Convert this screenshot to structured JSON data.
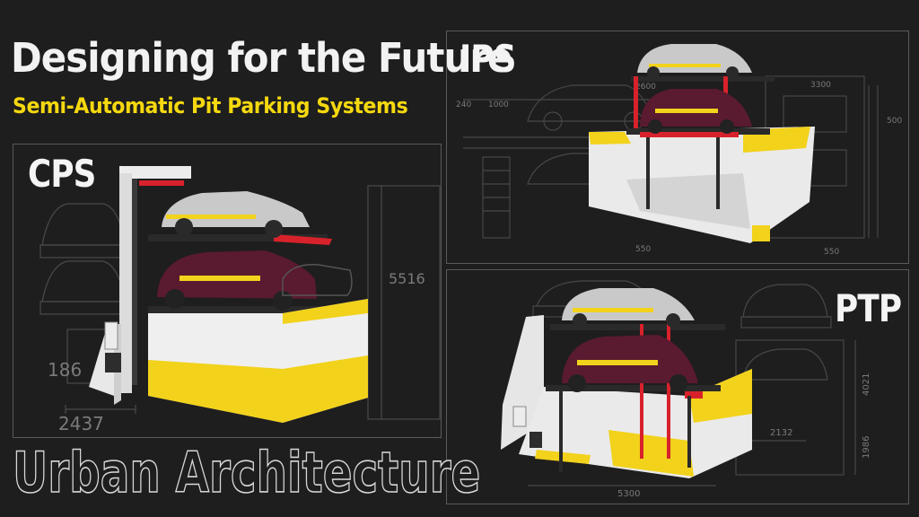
{
  "title": "Designing for the Future",
  "subtitle": "Semi-Automatic Pit Parking Systems",
  "footer": "Urban Architecture",
  "panels": {
    "cps": {
      "label": "CPS",
      "dims": [
        "5516",
        "186",
        "2437"
      ]
    },
    "ips": {
      "label": "IPS",
      "dims": [
        "2600",
        "1000",
        "3300",
        "500",
        "550",
        "550",
        "240"
      ]
    },
    "ptp": {
      "label": "PTP",
      "dims": [
        "2132",
        "4021",
        "5300",
        "1986"
      ]
    }
  },
  "colors": {
    "background": "#1e1e1e",
    "title": "#f2f2f2",
    "subtitle": "#f5d80f",
    "accent_red": "#d8222b",
    "accent_yellow": "#f2d21b"
  }
}
